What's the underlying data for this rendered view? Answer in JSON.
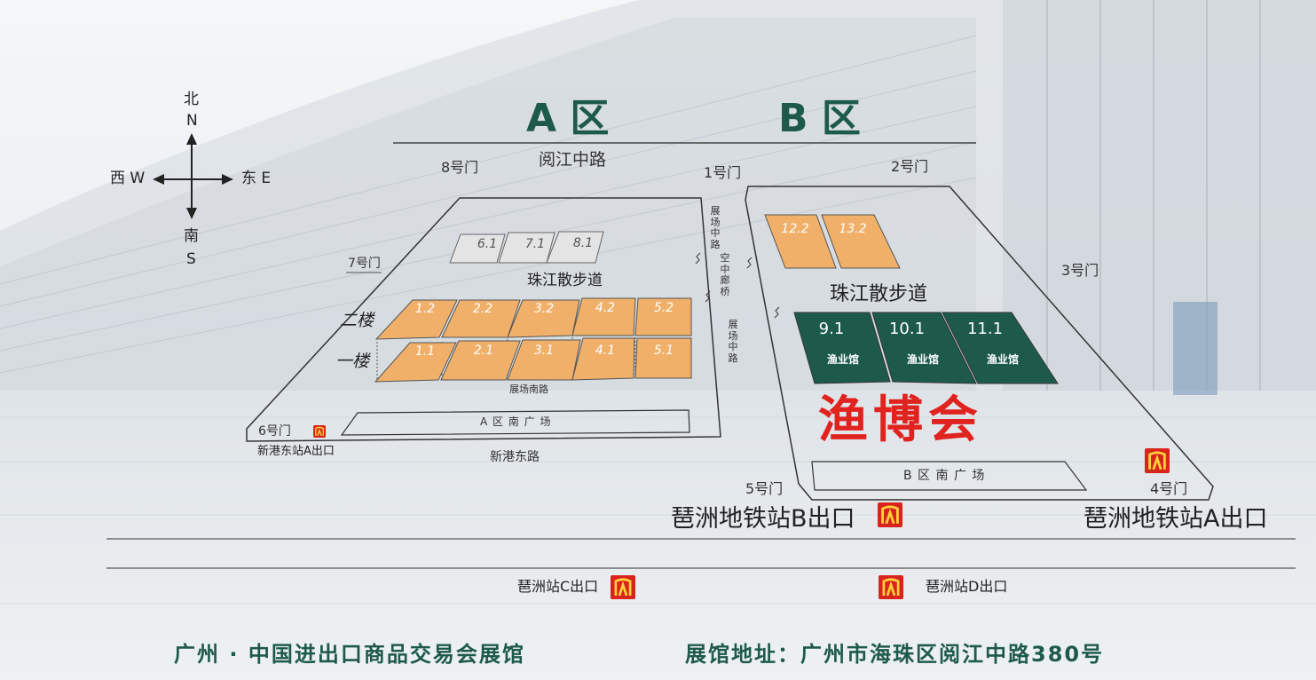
{
  "compass": {
    "north": "北",
    "north_letter": "N",
    "south": "南",
    "south_letter": "S",
    "west": "西 W",
    "east": "东 E"
  },
  "zones": {
    "a": "A 区",
    "b": "B 区"
  },
  "roads": {
    "yuejiang": "阅江中路",
    "xingang": "新港东路",
    "exhibition_south": "展场南路",
    "exhibition_mid_upper": "展场中路",
    "skybridge": "空中廊桥",
    "exhibition_mid_lower": "展场中路",
    "promenade_a": "珠江散步道",
    "promenade_b": "珠江散步道"
  },
  "gates": {
    "g1": "1号门",
    "g2": "2号门",
    "g3": "3号门",
    "g4": "4号门",
    "g5": "5号门",
    "g6": "6号门",
    "g7": "7号门",
    "g8": "8号门"
  },
  "floors": {
    "second": "二楼",
    "first": "一楼"
  },
  "halls_a_top": [
    "6.1",
    "7.1",
    "8.1"
  ],
  "halls_a_second": [
    "1.2",
    "2.2",
    "3.2",
    "4.2",
    "5.2"
  ],
  "halls_a_first": [
    "1.1",
    "2.1",
    "3.1",
    "4.1",
    "5.1"
  ],
  "halls_b_top": [
    "12.2",
    "13.2"
  ],
  "halls_b_fishery": [
    {
      "num": "9.1",
      "label": "渔业馆"
    },
    {
      "num": "10.1",
      "label": "渔业馆"
    },
    {
      "num": "11.1",
      "label": "渔业馆"
    }
  ],
  "plazas": {
    "a_south": "A 区 南 广 场",
    "b_south": "B 区 南 广 场"
  },
  "event": "渔博会",
  "metro": {
    "xingang_a": "新港东站A出口",
    "pazhou_b": "琶洲地铁站B出口",
    "pazhou_a": "琶洲地铁站A出口",
    "pazhou_c": "琶洲站C出口",
    "pazhou_d": "琶洲站D出口"
  },
  "footer": {
    "venue": "广州 · 中国进出口商品交易会展馆",
    "address": "展馆地址：广州市海珠区阅江中路380号"
  },
  "colors": {
    "orange": "#f0b06a",
    "green": "#1e5a4c",
    "red": "#e0231f",
    "grey": "#e4e4e4"
  }
}
